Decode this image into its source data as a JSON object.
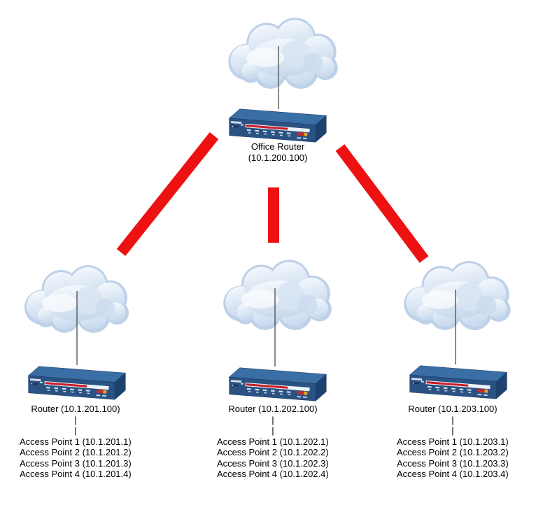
{
  "office_router": {
    "name": "Office Router",
    "ip": "(10.1.200.100)"
  },
  "connector_glyph": "|",
  "branches": [
    {
      "router_label": "Router (10.1.201.100)",
      "access_points": [
        "Access Point 1 (10.1.201.1)",
        "Access Point 2 (10.1.201.2)",
        "Access Point 3 (10.1.201.3)",
        "Access Point 4 (10.1.201.4)"
      ]
    },
    {
      "router_label": "Router (10.1.202.100)",
      "access_points": [
        "Access Point 1 (10.1.202.1)",
        "Access Point 2 (10.1.202.2)",
        "Access Point 3 (10.1.202.3)",
        "Access Point 4 (10.1.202.4)"
      ]
    },
    {
      "router_label": "Router (10.1.203.100)",
      "access_points": [
        "Access Point 1 (10.1.203.1)",
        "Access Point 2 (10.1.203.2)",
        "Access Point 3 (10.1.203.3)",
        "Access Point 4 (10.1.203.4)"
      ]
    }
  ],
  "colors": {
    "wan_link": "#ee1111",
    "drop_line": "#3d3d3d",
    "router_top": "#3a6fa5",
    "router_front": "#2a5384",
    "router_side": "#1d4270",
    "router_stripe_red": "#c8202a",
    "badge_red": "#c32b2b",
    "badge_yellow": "#e0a32e",
    "label_text": "#000000"
  }
}
